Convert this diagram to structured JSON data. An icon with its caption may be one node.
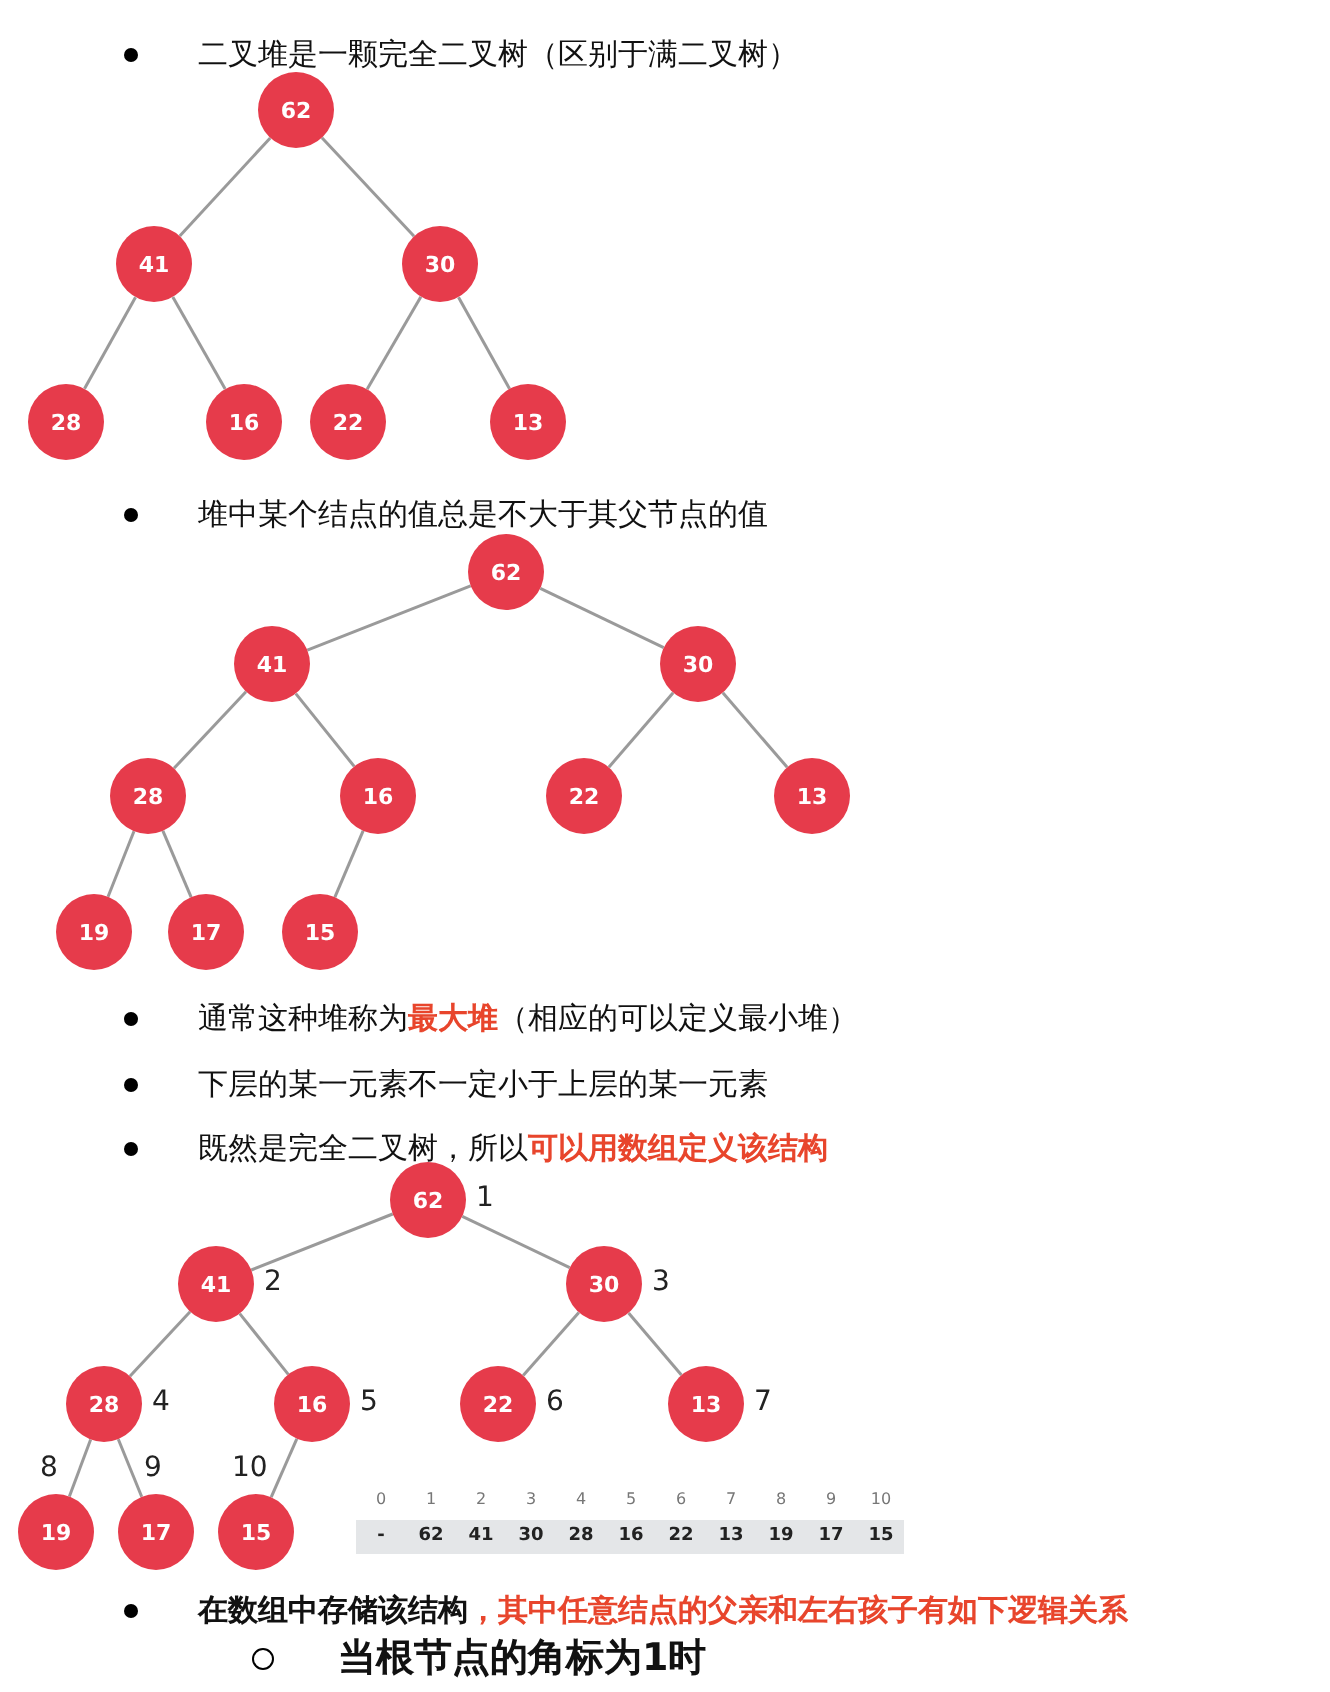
{
  "diagram": {
    "nodes": [
      {
        "text": [
          "62"
        ]
      },
      {
        "text": [
          "41"
        ]
      },
      {
        "text": [
          "30"
        ]
      },
      {
        "text": [
          "28"
        ]
      },
      {
        "text": [
          "16"
        ]
      },
      {
        "text": [
          "22"
        ]
      },
      {
        "text": [
          "13"
        ]
      },
      {
        "text": [
          "62"
        ]
      },
      {
        "text": [
          "41"
        ]
      },
      {
        "text": [
          "30"
        ]
      },
      {
        "text": [
          "28"
        ]
      },
      {
        "text": [
          "16"
        ]
      },
      {
        "text": [
          "22"
        ]
      },
      {
        "text": [
          "13"
        ]
      },
      {
        "text": [
          "19"
        ]
      },
      {
        "text": [
          "17"
        ]
      },
      {
        "text": [
          "15"
        ]
      },
      {
        "text": [
          "62"
        ],
        "beside": [
          "1"
        ]
      },
      {
        "text": [
          "41"
        ],
        "beside": [
          "2"
        ]
      },
      {
        "text": [
          "30"
        ],
        "beside": [
          "3"
        ]
      },
      {
        "text": [
          "28"
        ],
        "beside": [
          "4"
        ]
      },
      {
        "text": [
          "16"
        ],
        "beside": [
          "5"
        ]
      },
      {
        "text": [
          "22"
        ],
        "beside": [
          "6"
        ]
      },
      {
        "text": [
          "13"
        ],
        "beside": [
          "7"
        ]
      },
      {
        "text": [
          "19"
        ],
        "beside": [
          "8"
        ]
      },
      {
        "text": [
          "17"
        ],
        "beside": [
          "9"
        ]
      },
      {
        "text": [
          "15"
        ],
        "beside": [
          "10"
        ]
      }
    ],
    "edges": [
      {
        "from": 0,
        "to": 1,
        "arrow": "none"
      },
      {
        "from": 0,
        "to": 2,
        "arrow": "none"
      },
      {
        "from": 1,
        "to": 3,
        "arrow": "none"
      },
      {
        "from": 1,
        "to": 4,
        "arrow": "none"
      },
      {
        "from": 2,
        "to": 5,
        "arrow": "none"
      },
      {
        "from": 2,
        "to": 6,
        "arrow": "none"
      },
      {
        "from": 7,
        "to": 8,
        "arrow": "none"
      },
      {
        "from": 7,
        "to": 9,
        "arrow": "none"
      },
      {
        "from": 8,
        "to": 10,
        "arrow": "none"
      },
      {
        "from": 8,
        "to": 11,
        "arrow": "none"
      },
      {
        "from": 9,
        "to": 12,
        "arrow": "none"
      },
      {
        "from": 9,
        "to": 13,
        "arrow": "none"
      },
      {
        "from": 10,
        "to": 14,
        "arrow": "none"
      },
      {
        "from": 10,
        "to": 15,
        "arrow": "none"
      },
      {
        "from": 11,
        "to": 16,
        "arrow": "none"
      },
      {
        "from": 17,
        "to": 18,
        "arrow": "none"
      },
      {
        "from": 17,
        "to": 19,
        "arrow": "none"
      },
      {
        "from": 18,
        "to": 20,
        "arrow": "none"
      },
      {
        "from": 18,
        "to": 21,
        "arrow": "none"
      },
      {
        "from": 19,
        "to": 22,
        "arrow": "none"
      },
      {
        "from": 19,
        "to": 23,
        "arrow": "none"
      },
      {
        "from": 20,
        "to": 24,
        "arrow": "none"
      },
      {
        "from": 20,
        "to": 25,
        "arrow": "none"
      },
      {
        "from": 21,
        "to": 26,
        "arrow": "none"
      }
    ],
    "labels": [
      "二叉堆是一颗完全二叉树（区别于满二叉树）",
      "堆中某个结点的值总是不大于其父节点的值",
      "通常这种堆称为**最大堆**（相应的可以定义最小堆）",
      "下层的某一元素不一定小于上层的某一元素",
      "既然是完全二叉树，所以**可以用数组定义该结构**",
      "0",
      "1",
      "2",
      "3",
      "4",
      "5",
      "6",
      "7",
      "8",
      "9",
      "10",
      "-",
      "62",
      "41",
      "30",
      "28",
      "16",
      "22",
      "13",
      "19",
      "17",
      "15",
      "在数组中存储该结构**，其中任意结点的父亲和左右孩子有如下逻辑关系**",
      "当根节点的角标为1时"
    ]
  }
}
